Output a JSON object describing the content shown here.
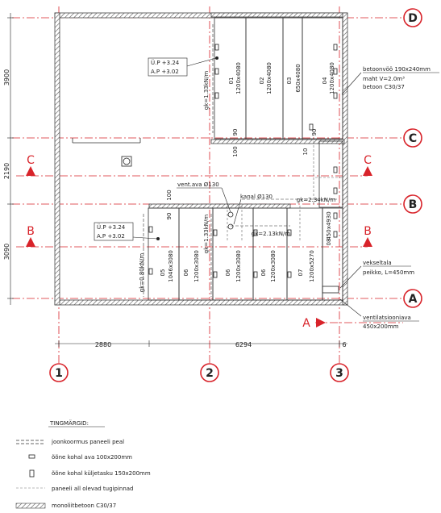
{
  "colors": {
    "axis": "#d8232a",
    "wall": "#555555",
    "text": "#222222"
  },
  "axes_letters": [
    "D",
    "C",
    "B",
    "A"
  ],
  "axes_numbers": [
    "1",
    "2",
    "3"
  ],
  "section_markers": {
    "c_left": "C",
    "c_right": "C",
    "b_left": "B",
    "b_right": "B",
    "a_bottom": "A"
  },
  "dims_vertical": [
    "3900",
    "2190",
    "3090"
  ],
  "dims_horizontal": [
    "2880",
    "6294",
    "6"
  ],
  "panels_top": [
    {
      "id": "01",
      "size": "1200x4080"
    },
    {
      "id": "02",
      "size": "1200x4080"
    },
    {
      "id": "03",
      "size": "650x4080"
    },
    {
      "id": "04",
      "size": "1200x4080"
    }
  ],
  "panels_bottom": [
    {
      "id": "05",
      "size": "1046x3080"
    },
    {
      "id": "06",
      "size": "1200x3080"
    },
    {
      "id": "06",
      "size": "1200x3080"
    },
    {
      "id": "06",
      "size": "1200x3080"
    },
    {
      "id": "07",
      "size": "1200x5270"
    },
    {
      "id": "08",
      "size": "450x4930"
    }
  ],
  "levels": {
    "top": {
      "up": "Ü.P +3.24",
      "ap": "A.P +3.02"
    },
    "bottom": {
      "up": "Ü.P +3.24",
      "ap": "A.P +3.02"
    }
  },
  "loads": {
    "gk_top": "gk=1.33kN/m",
    "gk_mid": "gk=1.33kN/m",
    "gk_left": "gk=0.80kN/m",
    "gk_2_34": "gk=2.34kN/m",
    "gk_2_13": "gk=2.13kN/m"
  },
  "small_dims": {
    "d100_top": "100",
    "d90_top": "90",
    "d10": "10",
    "d90_top_right": "90",
    "d90_mid": "90",
    "d100_mid": "100"
  },
  "labels": {
    "vent": "vent.ava Ø130",
    "kanal": "kanal Ø130",
    "beam_l1": "betoonvöö 190x240mm",
    "beam_l2": "maht V=2.0m³",
    "beam_l3": "betoon C30/37",
    "vekseltala_l1": "vekseltala",
    "vekseltala_l2": "peikko, L=450mm",
    "vent_opening_l1": "ventilatsiooniava",
    "vent_opening_l2": "450x200mm"
  },
  "legend": {
    "title": "TINGMÄRGID:",
    "items": [
      "joonkoormus paneeli peal",
      "õõne kohal ava 100x200mm",
      "õõne kohal küljetasku 150x200mm",
      "paneeli all olevad tugipinnad",
      "monoliitbetoon C30/37"
    ]
  }
}
